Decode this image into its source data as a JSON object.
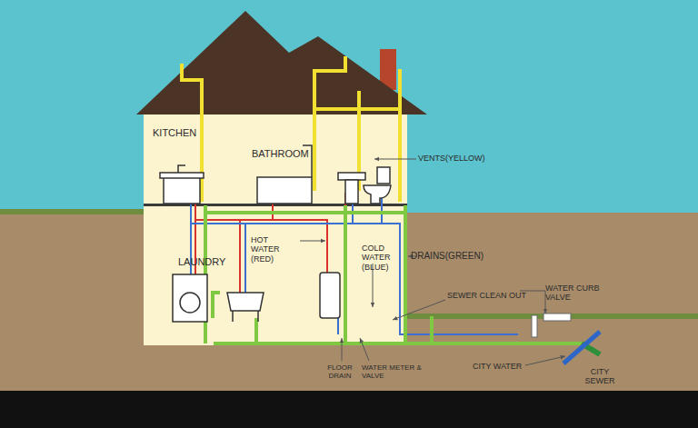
{
  "diagram": {
    "labels": [
      "KITCHEN",
      "BATHROOM",
      "LAUNDRY",
      "HOT WATER (RED)",
      "COLD WATER (BLUE)",
      "VENTS(YELLOW)",
      "DRAINS(GREEN)",
      "SEWER CLEAN OUT",
      "WATER CURB VALVE",
      "FLOOR DRAIN",
      "WATER METER & VALVE",
      "CITY WATER",
      "CITY SEWER"
    ]
  }
}
